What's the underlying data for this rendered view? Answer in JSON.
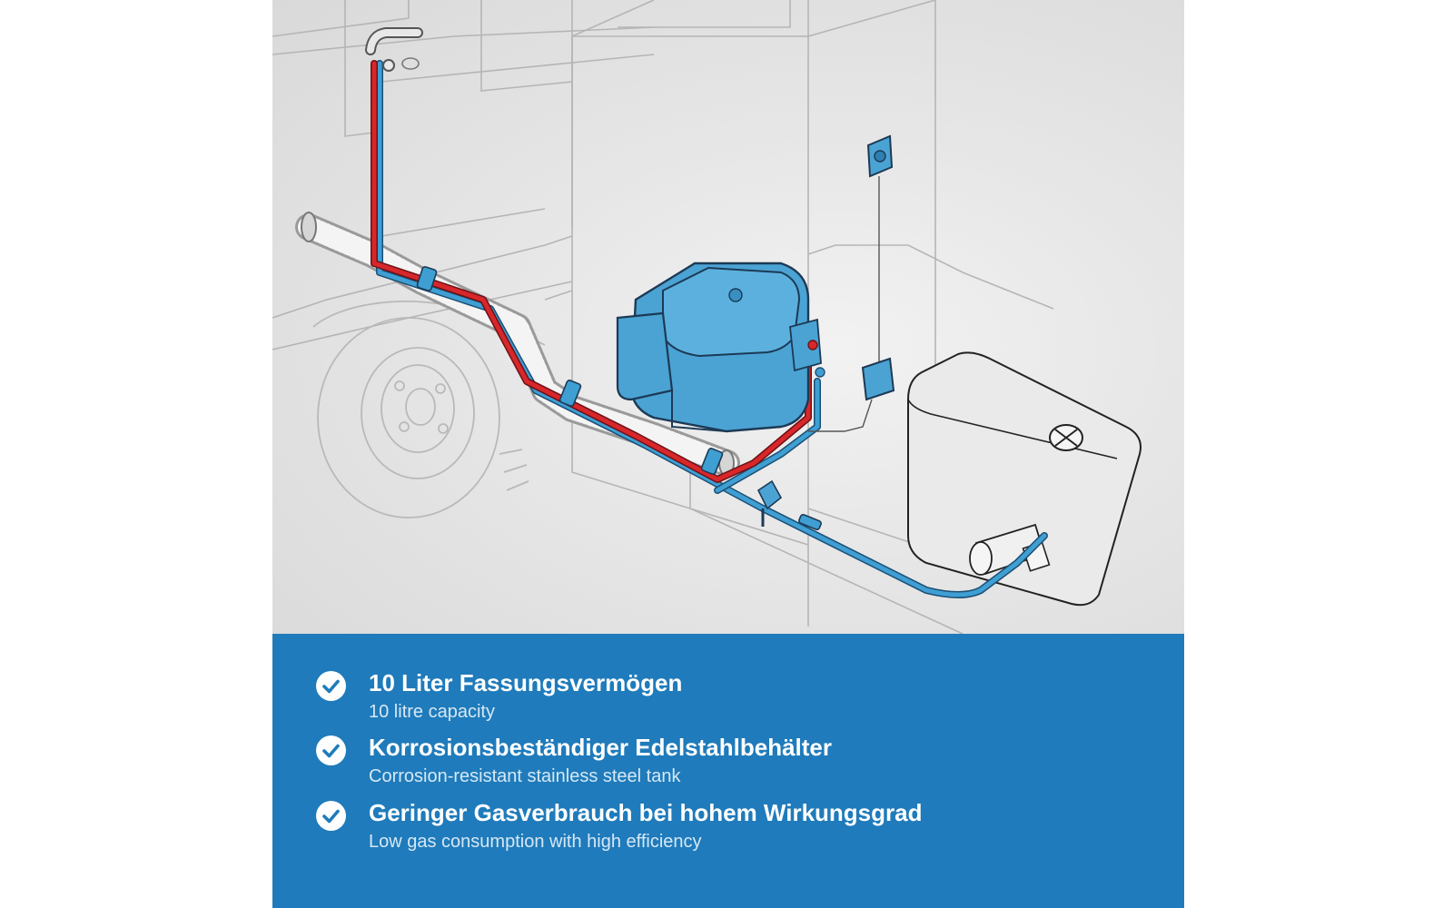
{
  "features": [
    {
      "title": "10 Liter Fassungsvermögen",
      "subtitle": "10 litre capacity",
      "icon": "check-circle-icon"
    },
    {
      "title": "Korrosionsbeständiger Edelstahlbehälter",
      "subtitle": "Corrosion-resistant stainless steel tank",
      "icon": "check-circle-icon"
    },
    {
      "title": "Geringer Gasverbrauch bei hohem Wirkungsgrad",
      "subtitle": "Low gas consumption with high efficiency",
      "icon": "check-circle-icon"
    }
  ],
  "colors": {
    "banner_blue": "#1f7bbb",
    "cold_water_pipe": "#3f9fd3",
    "hot_water_pipe": "#d8272b",
    "heater_body": "#4ba3d4",
    "illustration_background": "#e3e3e3"
  }
}
